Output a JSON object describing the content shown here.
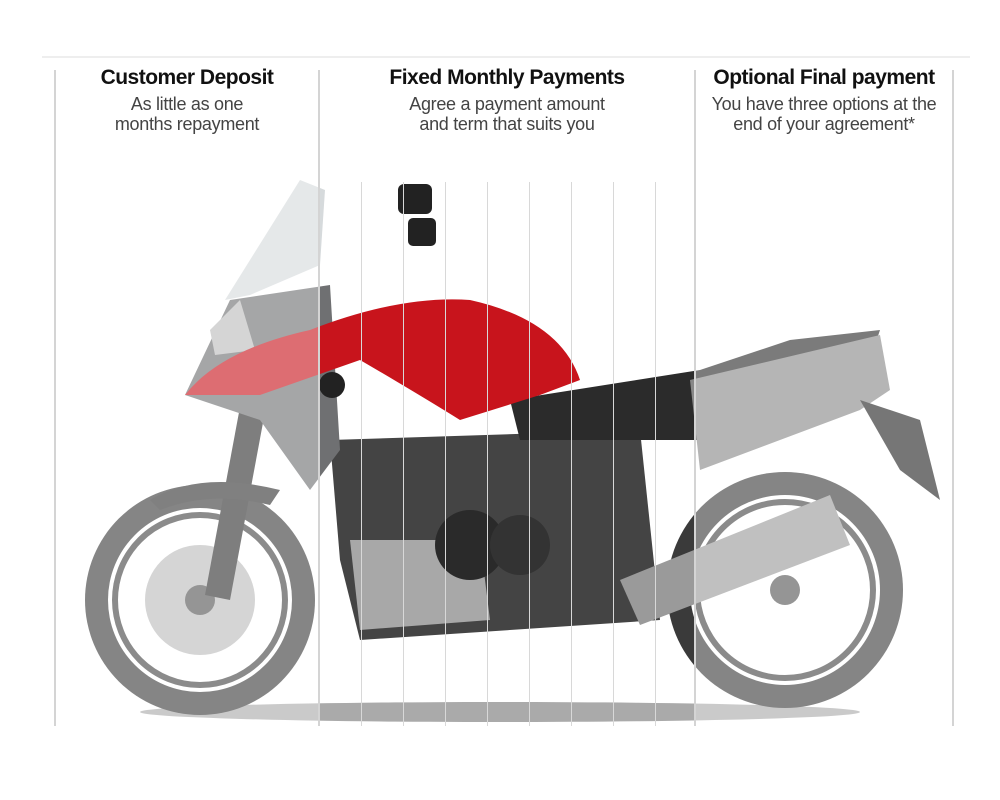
{
  "columns": [
    {
      "title": "Customer Deposit",
      "lines": [
        "As little as one",
        "months repayment"
      ]
    },
    {
      "title": "Fixed Monthly Payments",
      "lines": [
        "Agree a payment amount",
        "and term that suits you"
      ]
    },
    {
      "title": "Optional Final payment",
      "lines": [
        "You have three options at the",
        "end of your agreement*"
      ]
    }
  ],
  "colors": {
    "tank": "#c8141c",
    "body": "#6f7072",
    "dark": "#2a2a2a"
  }
}
